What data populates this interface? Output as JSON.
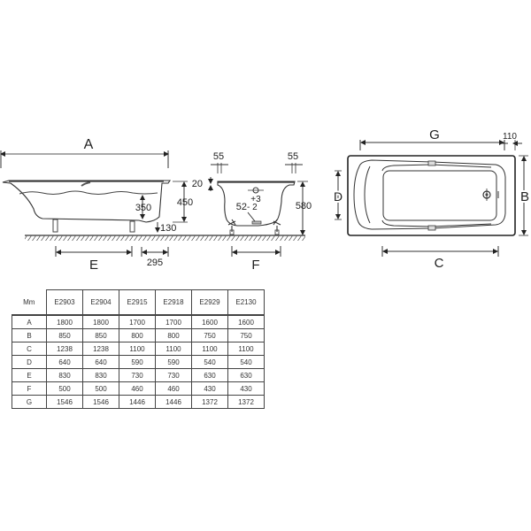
{
  "side_view": {
    "dimension_A_label": "A",
    "dimension_E_label": "E",
    "water_depth": "350",
    "rim_height": "450",
    "floor_clearance": "130",
    "drain_offset": "295"
  },
  "end_view": {
    "rim_overhang_left": "55",
    "rim_overhang_right": "55",
    "rim_thickness": "20",
    "overflow_tolerance_plus": "+3",
    "overflow_tolerance_minus": "- 2",
    "overflow_diameter": "52",
    "total_height": "580",
    "dimension_F_label": "F"
  },
  "top_view": {
    "dimension_G_label": "G",
    "end_offset": "110",
    "dimension_B_label": "B",
    "dimension_C_label": "C",
    "dimension_D_label": "D"
  },
  "table": {
    "corner_label": "Mm",
    "columns": [
      "E2903",
      "E2904",
      "E2915",
      "E2918",
      "E2929",
      "E2130"
    ],
    "rows": [
      {
        "label": "A",
        "values": [
          "1800",
          "1800",
          "1700",
          "1700",
          "1600",
          "1600"
        ]
      },
      {
        "label": "B",
        "values": [
          "850",
          "850",
          "800",
          "800",
          "750",
          "750"
        ]
      },
      {
        "label": "C",
        "values": [
          "1238",
          "1238",
          "1100",
          "1100",
          "1100",
          "1100"
        ]
      },
      {
        "label": "D",
        "values": [
          "640",
          "640",
          "590",
          "590",
          "540",
          "540"
        ]
      },
      {
        "label": "E",
        "values": [
          "830",
          "830",
          "730",
          "730",
          "630",
          "630"
        ]
      },
      {
        "label": "F",
        "values": [
          "500",
          "500",
          "460",
          "460",
          "430",
          "430"
        ]
      },
      {
        "label": "G",
        "values": [
          "1546",
          "1546",
          "1446",
          "1446",
          "1372",
          "1372"
        ]
      }
    ]
  }
}
